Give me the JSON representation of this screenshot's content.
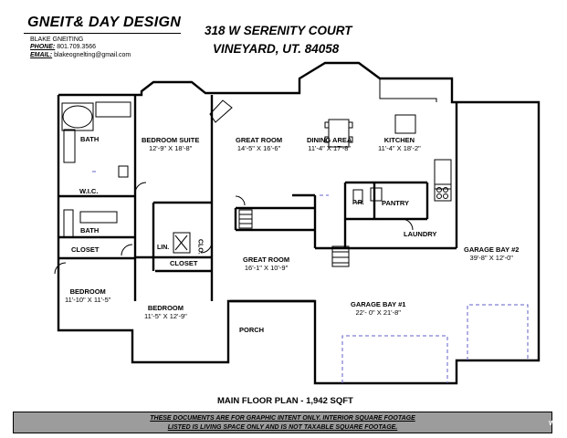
{
  "header": {
    "firm": "GNEIT& DAY DESIGN",
    "name": "BLAKE GNEITING",
    "phone_label": "PHONE:",
    "phone": "801.709.3566",
    "email_label": "EMAIL:",
    "email": "blakeognelting@gmail.com",
    "address_line1": "318 W SERENITY COURT",
    "address_line2": "VINEYARD, UT. 84058"
  },
  "rooms": {
    "bath1": {
      "name": "BATH"
    },
    "wic": {
      "name": "W.I.C."
    },
    "bath2": {
      "name": "BATH"
    },
    "bedroom_suite": {
      "name": "BEDROOM SUITE",
      "dim": "12'-9\" X 18'-8\""
    },
    "great_room1": {
      "name": "GREAT ROOM",
      "dim": "14'-5\" X 16'-6\""
    },
    "dining": {
      "name": "DINING AREA",
      "dim": "11'-4\" X 17'-8\""
    },
    "kitchen": {
      "name": "KITCHEN",
      "dim": "11'-4\" X 18'-2\""
    },
    "pr": {
      "name": "P.R."
    },
    "pantry": {
      "name": "PANTRY"
    },
    "laundry": {
      "name": "LAUNDRY"
    },
    "closet1": {
      "name": "CLOSET"
    },
    "closet2": {
      "name": "CLOSET"
    },
    "lin": {
      "name": "LIN."
    },
    "clo": {
      "name": "CLO."
    },
    "bedroom1": {
      "name": "BEDROOM",
      "dim": "11'-10\" X 11'-5\""
    },
    "bedroom2": {
      "name": "BEDROOM",
      "dim": "11'-5\" X 12'-9\""
    },
    "great_room2": {
      "name": "GREAT ROOM",
      "dim": "16'-1\" X 10'-9\""
    },
    "porch": {
      "name": "PORCH"
    },
    "garage1": {
      "name": "GARAGE BAY #1",
      "dim": "22'- 0\" X 21'-8\""
    },
    "garage2": {
      "name": "GARAGE BAY #2",
      "dim": "39'-8\" X 12'-0\""
    }
  },
  "caption": "MAIN FLOOR PLAN - 1,942 SQFT",
  "disclaimer": {
    "line1": "THESE DOCUMENTS ARE FOR GRAPHIC INTENT ONLY.   INTERIOR SQUARE FOOTAGE",
    "line2": "LISTED IS LIVING SPACE ONLY AND IS NOT TAXABLE SQUARE FOOTAGE."
  },
  "watermark": "WFR"
}
